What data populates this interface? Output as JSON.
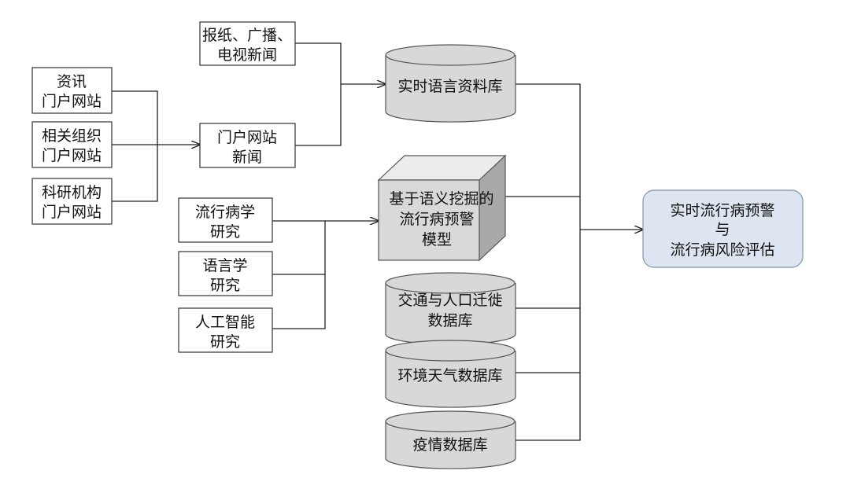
{
  "nodes": {
    "zixun_portal": [
      "资讯",
      "门户网站"
    ],
    "org_portal": [
      "相关组织",
      "门户网站"
    ],
    "research_portal": [
      "科研机构",
      "门户网站"
    ],
    "newspaper": [
      "报纸、广播、",
      "电视新闻"
    ],
    "portal_news": [
      "门户网站",
      "新闻"
    ],
    "epidemiology": [
      "流行病学",
      "研究"
    ],
    "linguistics": [
      "语言学",
      "研究"
    ],
    "ai_research": [
      "人工智能",
      "研究"
    ],
    "realtime_corpus": [
      "实时语言资料库"
    ],
    "semantic_model": [
      "基于语义挖掘的",
      "流行病预警",
      "模型"
    ],
    "traffic_db": [
      "交通与人口迁徙",
      "数据库"
    ],
    "weather_db": [
      "环境天气数据库"
    ],
    "epidemic_db": [
      "疫情数据库"
    ],
    "output": [
      "实时流行病预警",
      "与",
      "流行病风险评估"
    ]
  }
}
